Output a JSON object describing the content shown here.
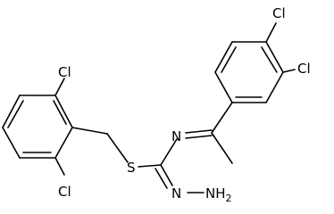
{
  "structure": {
    "atoms": {
      "cl_top_left": "Cl",
      "cl_bottom_left": "Cl",
      "s": "S",
      "n_imine": "N",
      "n_hydrazine": "N",
      "nh2": "NH2",
      "cl_top_right": "Cl",
      "cl_right": "Cl"
    }
  }
}
